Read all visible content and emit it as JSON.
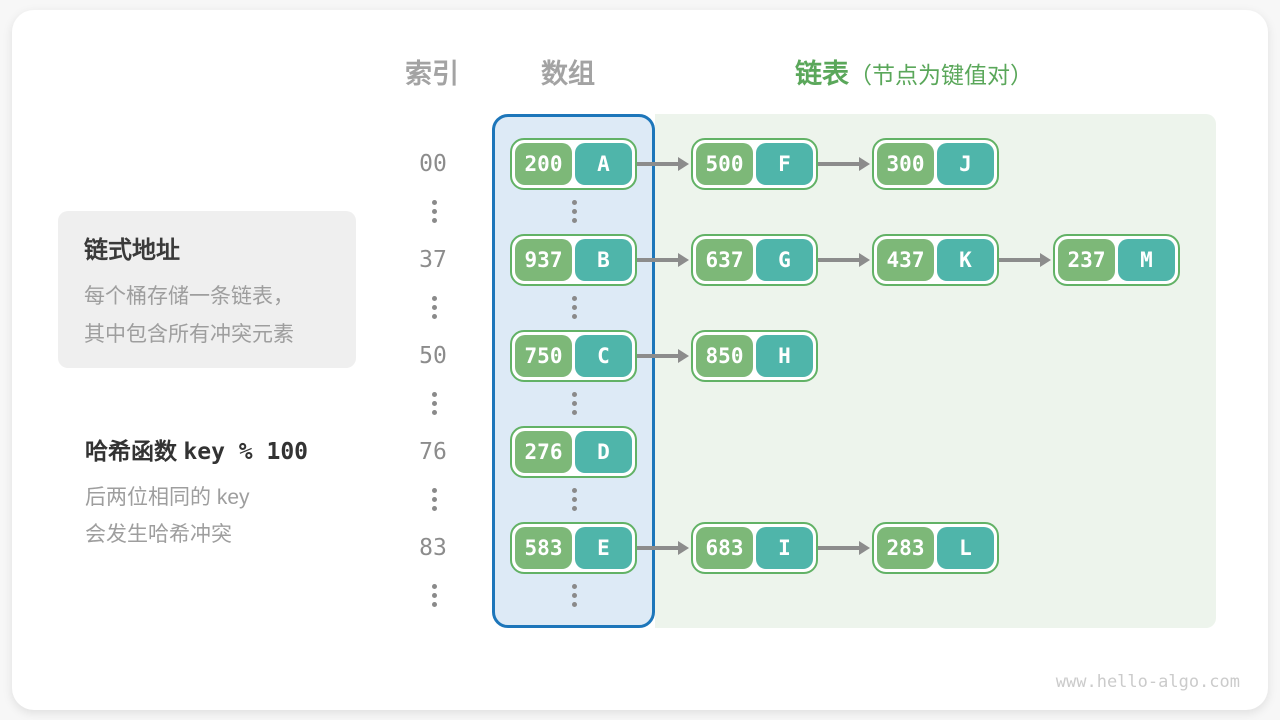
{
  "header": {
    "index_label": "索引",
    "array_label": "数组",
    "list_label": "链表",
    "list_note": "（节点为键值对）"
  },
  "info_box": {
    "title": "链式地址",
    "lines": [
      "每个桶存储一条链表，",
      "其中包含所有冲突元素"
    ]
  },
  "hash_note": {
    "title_cn": "哈希函数",
    "title_code": "key % 100",
    "lines": [
      "后两位相同的 key",
      "会发生哈希冲突"
    ]
  },
  "diagram": {
    "rows": [
      {
        "index": "00",
        "nodes": [
          {
            "key": "200",
            "value": "A"
          },
          {
            "key": "500",
            "value": "F"
          },
          {
            "key": "300",
            "value": "J"
          }
        ]
      },
      {
        "index": "37",
        "nodes": [
          {
            "key": "937",
            "value": "B"
          },
          {
            "key": "637",
            "value": "G"
          },
          {
            "key": "437",
            "value": "K"
          },
          {
            "key": "237",
            "value": "M"
          }
        ]
      },
      {
        "index": "50",
        "nodes": [
          {
            "key": "750",
            "value": "C"
          },
          {
            "key": "850",
            "value": "H"
          }
        ]
      },
      {
        "index": "76",
        "nodes": [
          {
            "key": "276",
            "value": "D"
          }
        ]
      },
      {
        "index": "83",
        "nodes": [
          {
            "key": "583",
            "value": "E"
          },
          {
            "key": "683",
            "value": "I"
          },
          {
            "key": "283",
            "value": "L"
          }
        ]
      }
    ]
  },
  "watermark": "www.hello-algo.com",
  "colors": {
    "array_border_blue": "#1d76ba",
    "array_bg_blue": "#ddeaf6",
    "list_bg_green": "#edf4ec",
    "node_border_green": "#62b266",
    "node_key_green": "#7db878",
    "node_value_teal": "#4fb5aa",
    "header_gray": "#a3a3a3",
    "header_green": "#5aa75a",
    "arrow_gray": "#8c8c8c"
  }
}
